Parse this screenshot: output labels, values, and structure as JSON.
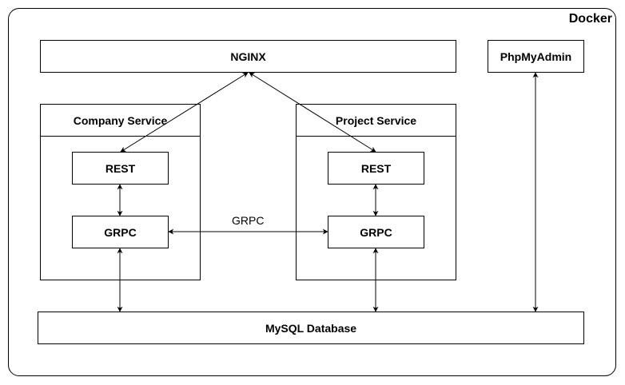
{
  "container": {
    "label": "Docker"
  },
  "nodes": {
    "nginx": {
      "label": "NGINX"
    },
    "phpmyadmin": {
      "label": "PhpMyAdmin"
    },
    "company_service": {
      "label": "Company Service",
      "rest": {
        "label": "REST"
      },
      "grpc": {
        "label": "GRPC"
      }
    },
    "project_service": {
      "label": "Project Service",
      "rest": {
        "label": "REST"
      },
      "grpc": {
        "label": "GRPC"
      }
    },
    "database": {
      "label": "MySQL Database"
    }
  },
  "edges": [
    {
      "from": "nginx",
      "to": "company_service.rest",
      "direction": "both"
    },
    {
      "from": "nginx",
      "to": "project_service.rest",
      "direction": "both"
    },
    {
      "from": "company_service.rest",
      "to": "company_service.grpc",
      "direction": "both"
    },
    {
      "from": "project_service.rest",
      "to": "project_service.grpc",
      "direction": "both"
    },
    {
      "from": "company_service.grpc",
      "to": "project_service.grpc",
      "direction": "both",
      "label": "GRPC"
    },
    {
      "from": "company_service.grpc",
      "to": "database",
      "direction": "both"
    },
    {
      "from": "project_service.grpc",
      "to": "database",
      "direction": "both"
    },
    {
      "from": "phpmyadmin",
      "to": "database",
      "direction": "both"
    }
  ]
}
